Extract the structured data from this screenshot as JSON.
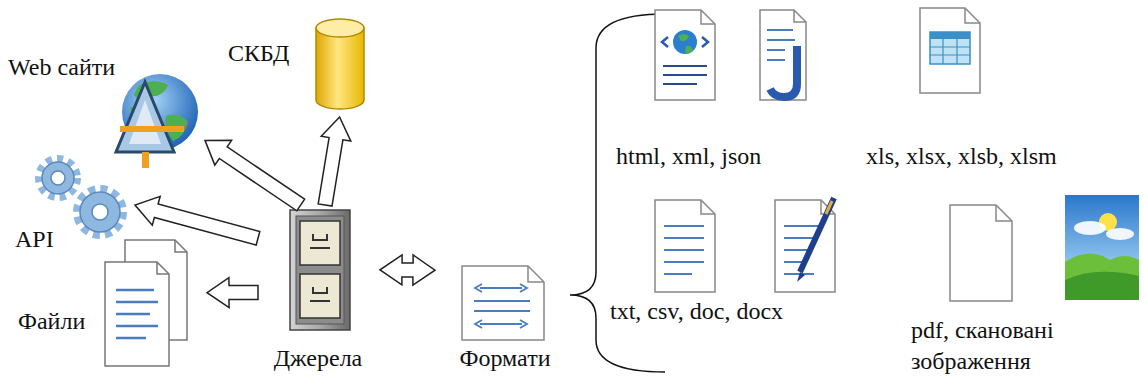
{
  "diagram": {
    "nodes": [
      {
        "text": [
          "Web сайти"
        ]
      },
      {
        "text": [
          "СКБД"
        ]
      },
      {
        "text": [
          "html, xml, json"
        ]
      },
      {
        "text": [
          "xls, xlsx, xlsb, xlsm"
        ]
      },
      {
        "text": [
          "API"
        ]
      },
      {
        "text": [
          "Файли"
        ]
      },
      {
        "text": [
          "Джерела"
        ]
      },
      {
        "text": [
          "Формати"
        ]
      },
      {
        "text": [
          "txt, csv, doc, docx"
        ]
      },
      {
        "text": [
          "pdf, скановані зображення"
        ]
      }
    ],
    "edges": [
      {
        "from": 6,
        "to": 0,
        "arrow": "to"
      },
      {
        "from": 6,
        "to": 1,
        "arrow": "to"
      },
      {
        "from": 6,
        "to": 4,
        "arrow": "to"
      },
      {
        "from": 6,
        "to": 5,
        "arrow": "to"
      },
      {
        "from": 6,
        "to": 7,
        "arrow": "both"
      }
    ]
  }
}
